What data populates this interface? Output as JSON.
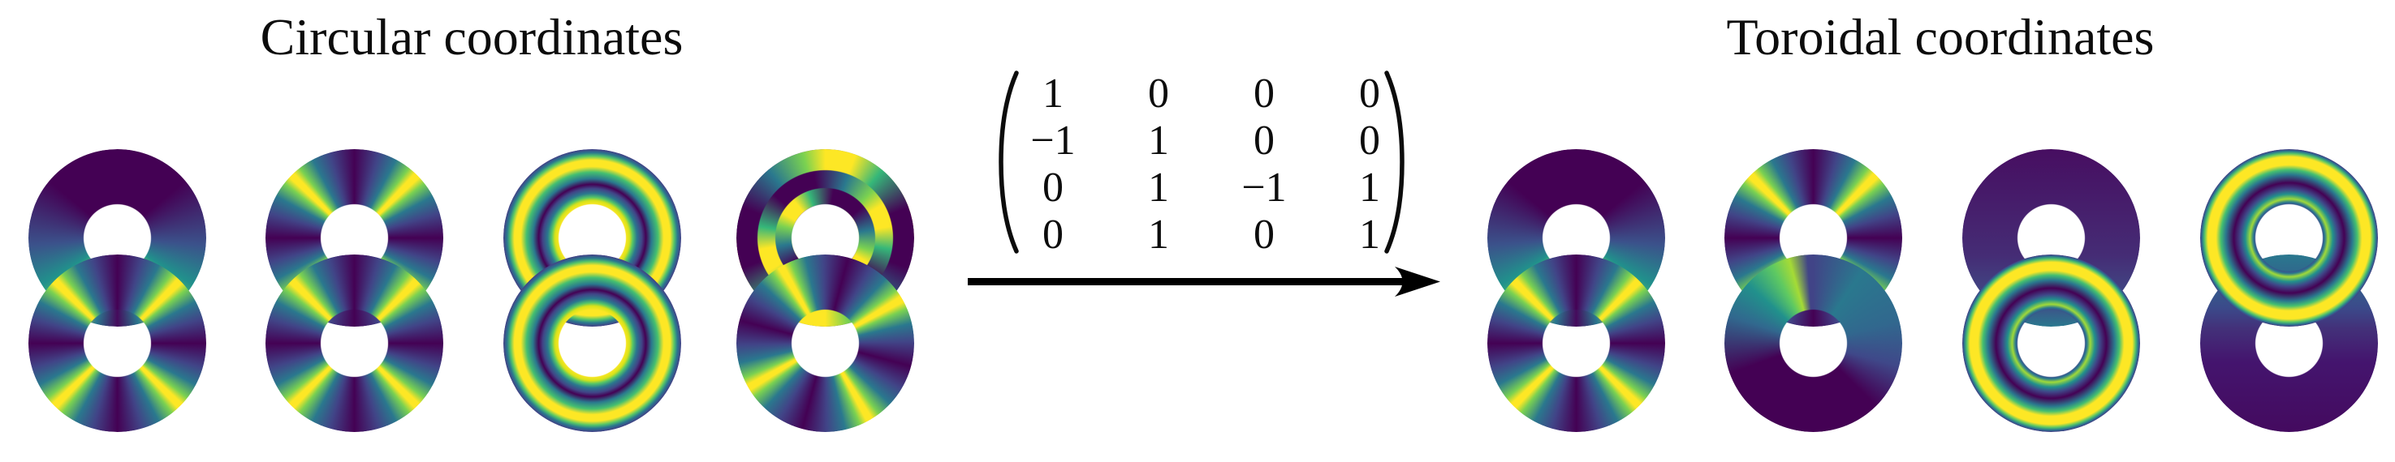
{
  "figure": {
    "left_panel": {
      "title": "Circular coordinates"
    },
    "right_panel": {
      "title": "Toroidal coordinates"
    },
    "transformation": {
      "matrix": {
        "rows": [
          [
            "1",
            "0",
            "0",
            "0"
          ],
          [
            "−1",
            "1",
            "0",
            "0"
          ],
          [
            "0",
            "1",
            "−1",
            "1"
          ],
          [
            "0",
            "1",
            "0",
            "1"
          ]
        ]
      },
      "arrow_icon": "right-arrow"
    },
    "blobs": {
      "left": [
        {
          "id": "circular-coordinate-1",
          "top": "muted-angular",
          "bottom": "angular4",
          "top_over": false
        },
        {
          "id": "circular-coordinate-2",
          "top": "angular4",
          "bottom": "angular4",
          "top_over": false
        },
        {
          "id": "circular-coordinate-3",
          "top": "rings-a",
          "bottom": "rings-a",
          "top_over": false
        },
        {
          "id": "circular-coordinate-4",
          "top": "spiral",
          "bottom": "angular4-rot",
          "top_over": false
        }
      ],
      "right": [
        {
          "id": "toroidal-coordinate-1",
          "top": "muted-angular",
          "bottom": "angular4",
          "top_over": false
        },
        {
          "id": "toroidal-coordinate-2",
          "top": "angular4",
          "bottom": "fade-dark",
          "top_over": false
        },
        {
          "id": "toroidal-coordinate-3",
          "top": "solid-dark-top",
          "bottom": "rings-b",
          "top_over": false
        },
        {
          "id": "toroidal-coordinate-4",
          "top": "rings-b",
          "bottom": "solid-dark-bottom",
          "top_over": true
        }
      ]
    },
    "palette": {
      "background": "#ffffff",
      "ink": "#0c0c0c",
      "arrow_color": "#000000",
      "viridis_dark": "#440154",
      "viridis_blue": "#3b528b",
      "viridis_teal": "#21918c",
      "viridis_green": "#5ec962",
      "viridis_yellow": "#fde725"
    }
  }
}
